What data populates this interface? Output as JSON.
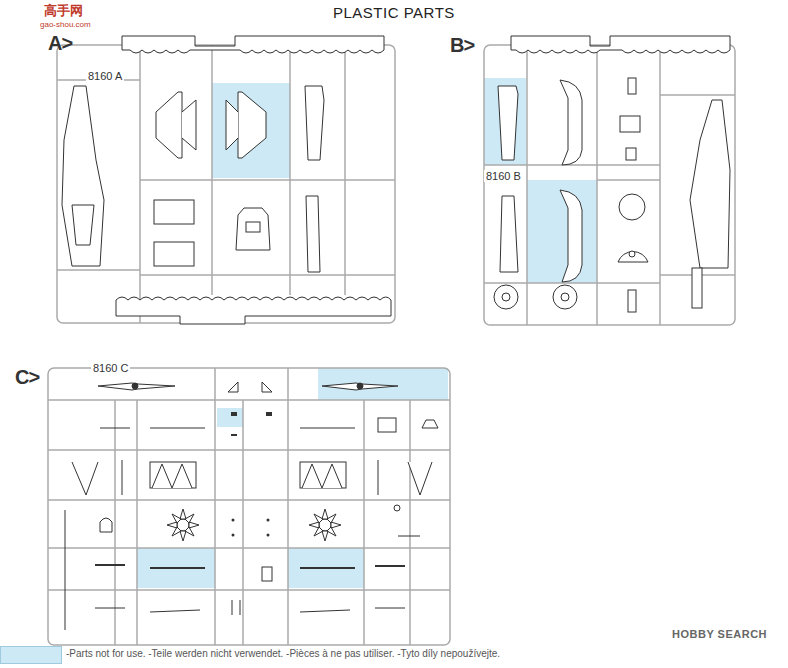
{
  "diagram": {
    "title": "PLASTIC PARTS",
    "nodes": [
      {
        "text": [
          "A>",
          "8160 A"
        ]
      },
      {
        "text": [
          "B>",
          "8160 B"
        ]
      },
      {
        "text": [
          "C>",
          "8160 C"
        ]
      }
    ],
    "labels": [
      "高手网",
      "gao-shou.com",
      "HOBBY SEARCH"
    ],
    "legend": [
      {
        "text": "-Parts not for use. -Teile werden nicht verwendet. -Pièces à ne pas utiliser. -Tyto díly nepoužívejte.",
        "color": "#cde9f5"
      }
    ]
  }
}
